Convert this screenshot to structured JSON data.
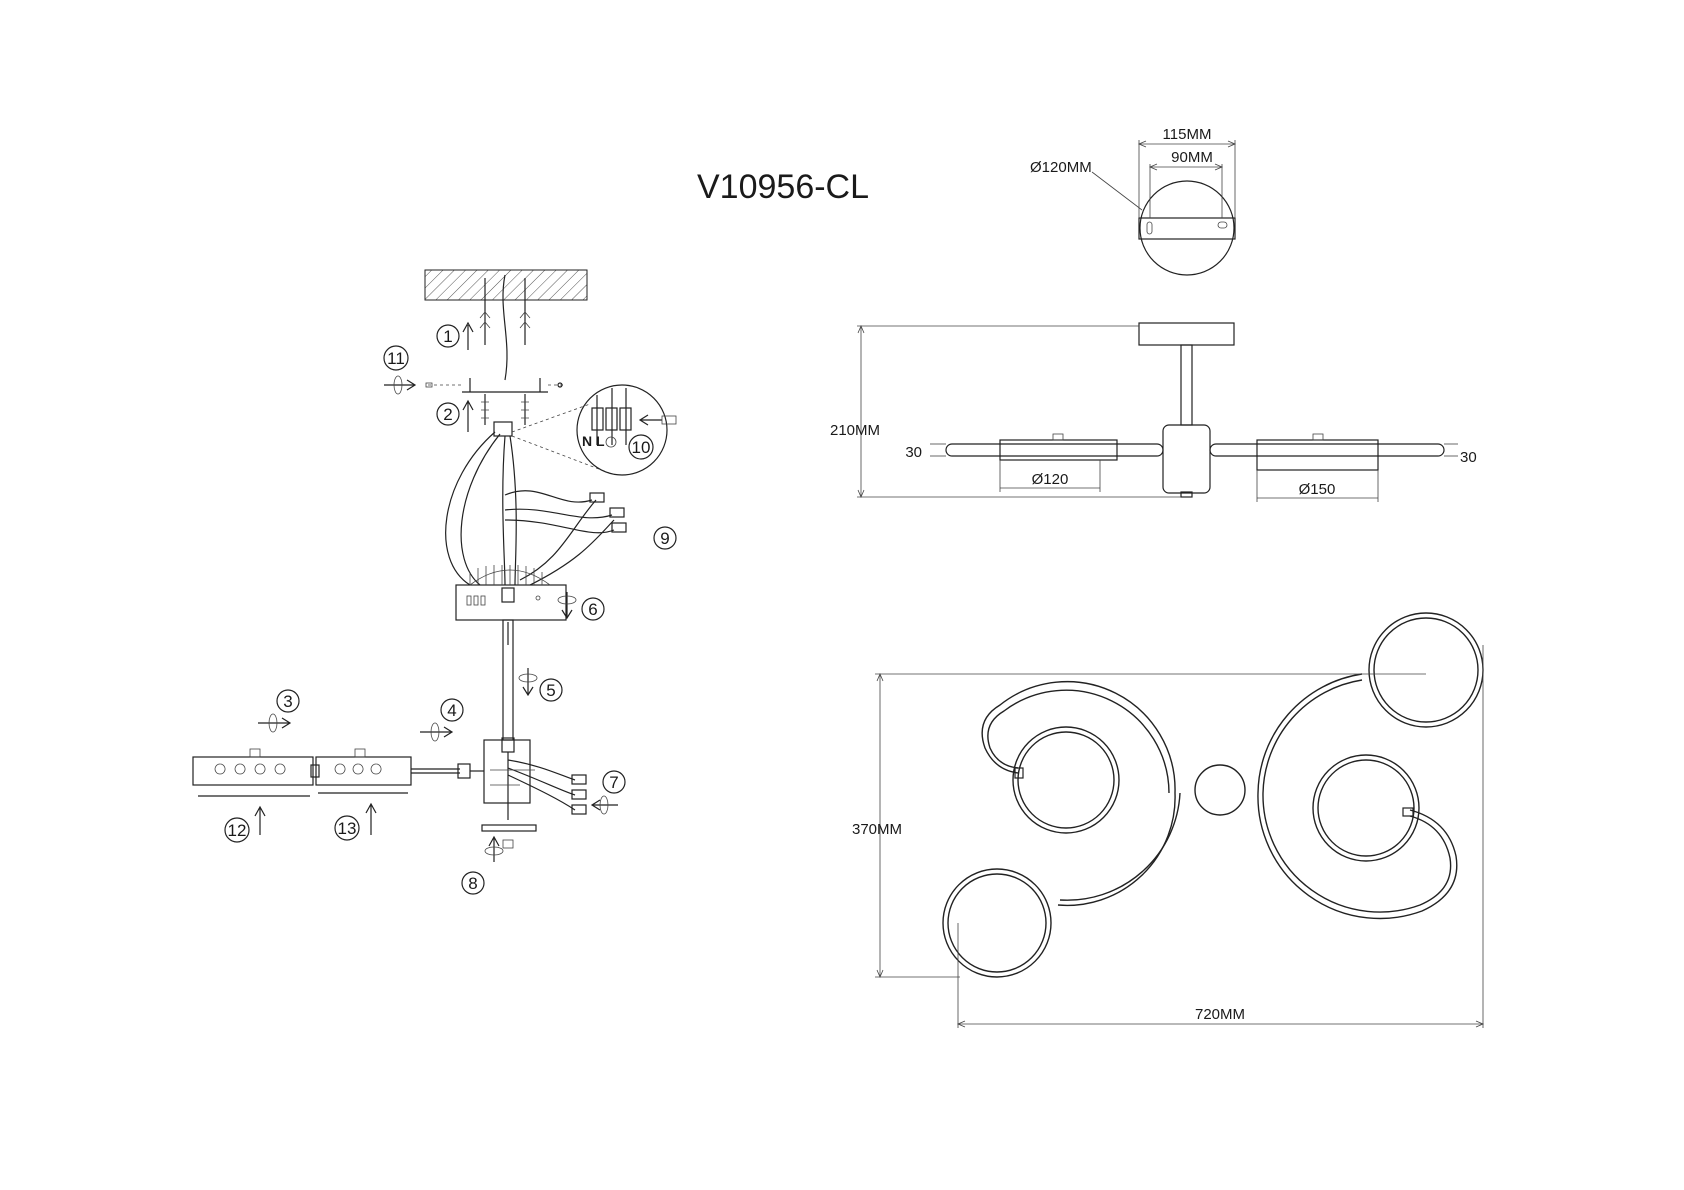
{
  "title": "V10956-CL",
  "steps": [
    "1",
    "2",
    "3",
    "4",
    "5",
    "6",
    "7",
    "8",
    "9",
    "10",
    "11",
    "12",
    "13"
  ],
  "wiring": {
    "n": "N",
    "l": "L"
  },
  "dimensions": {
    "canopy_width": "115MM",
    "bracket_width": "90MM",
    "canopy_diameter": "Ø120MM",
    "height": "210MM",
    "tube_left": "30",
    "tube_right": "30",
    "small_ring": "Ø120",
    "large_ring": "Ø150",
    "depth": "370MM",
    "width": "720MM"
  }
}
